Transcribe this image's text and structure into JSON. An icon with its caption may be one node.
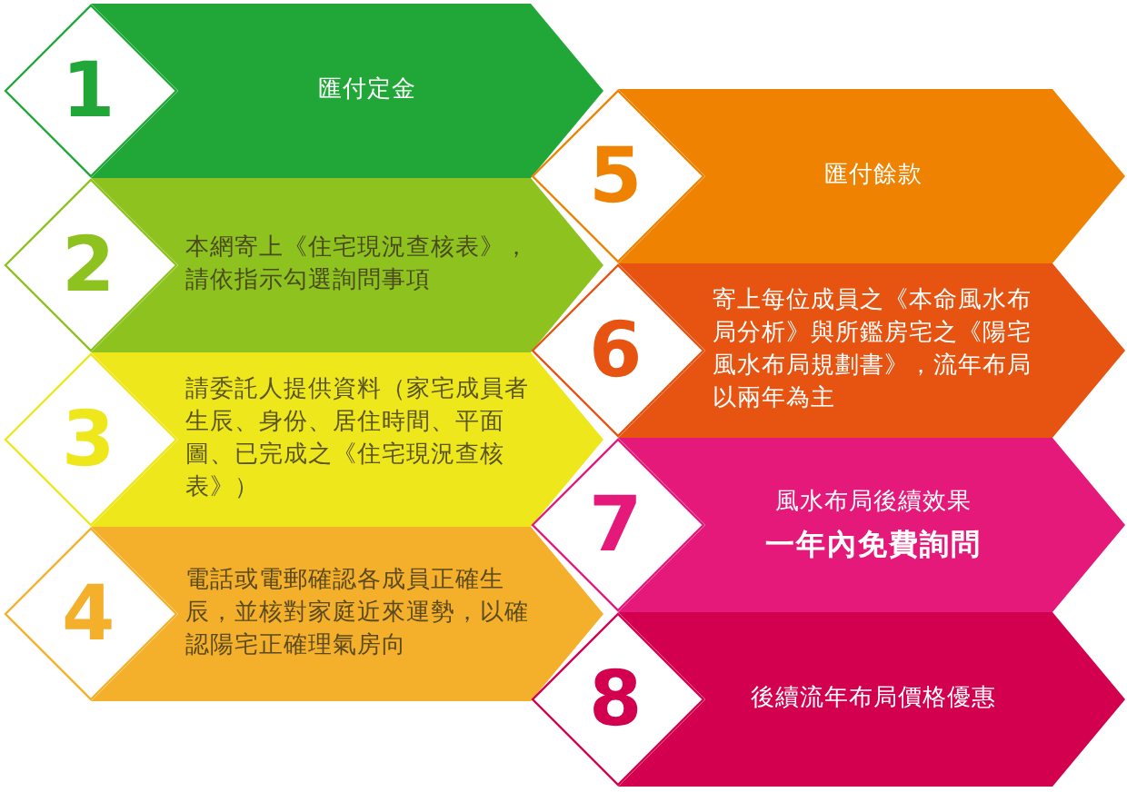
{
  "diagram": {
    "nodes": [
      {
        "text": [
          "1",
          "匯付定金"
        ]
      },
      {
        "text": [
          "2",
          "本網寄上《住宅現況查核表》，請依指示勾選詢問事項"
        ]
      },
      {
        "text": [
          "3",
          "請委託人提供資料（家宅成員者生辰、身份、居住時間、平面圖、已完成之《住宅現況查核表》）"
        ]
      },
      {
        "text": [
          "4",
          "電話或電郵確認各成員正確生辰，並核對家庭近來運勢，以確認陽宅正確理氣房向"
        ]
      },
      {
        "text": [
          "5",
          "匯付餘款"
        ]
      },
      {
        "text": [
          "6",
          "寄上每位成員之《本命風水布局分析》與所鑑房宅之《陽宅風水布局規劃書》，流年布局以兩年為主"
        ]
      },
      {
        "text": [
          "7",
          "風水布局後續效果",
          "一年內免費詢問"
        ]
      },
      {
        "text": [
          "8",
          "後續流年布局價格優惠"
        ]
      }
    ]
  }
}
